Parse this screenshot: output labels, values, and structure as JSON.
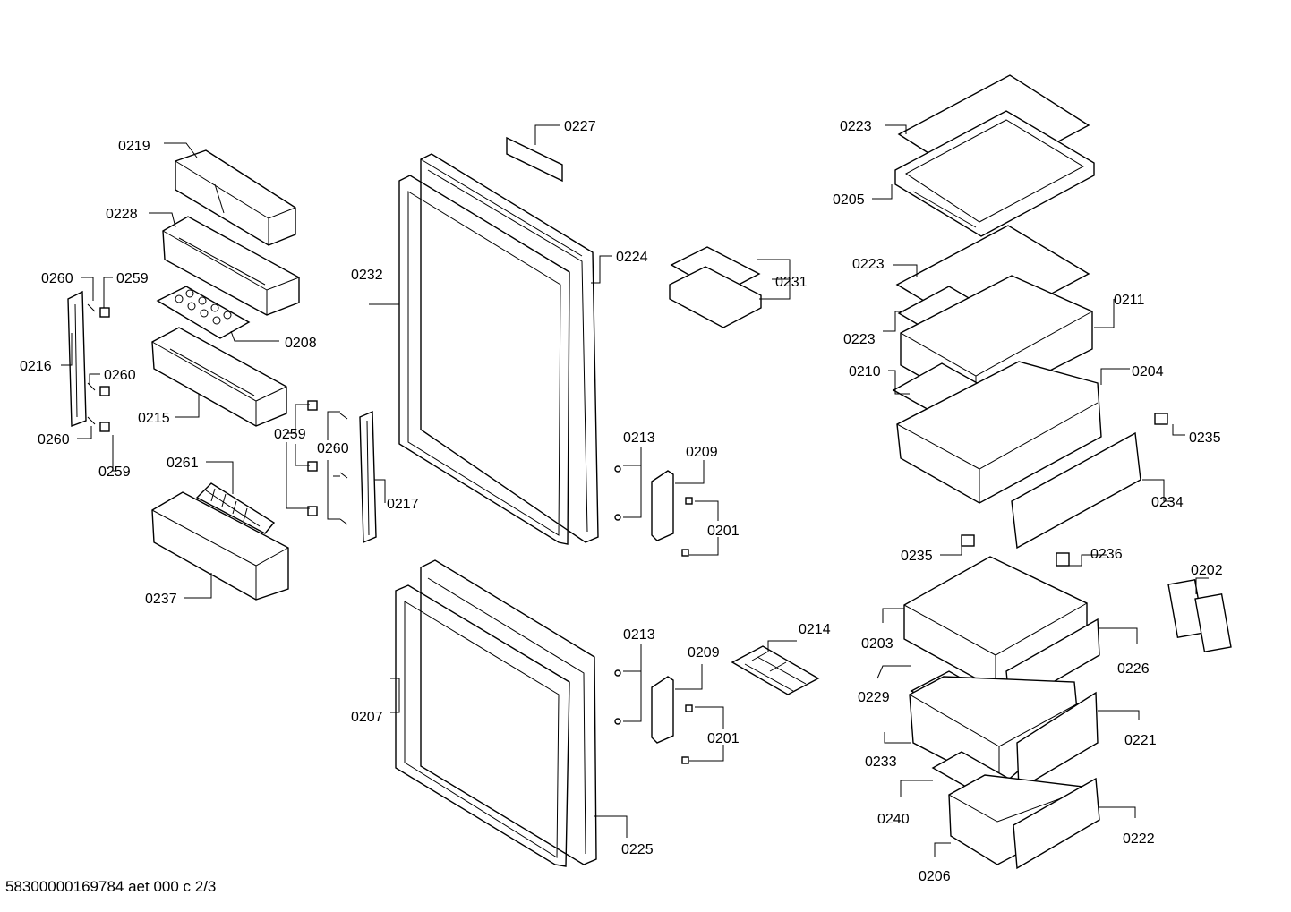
{
  "footer": {
    "document_id": "58300000169784 aet 000 c 2/3"
  },
  "labels": {
    "l0219": "0219",
    "l0228": "0228",
    "l0260a": "0260",
    "l0259a": "0259",
    "l0216": "0216",
    "l0208": "0208",
    "l0260b": "0260",
    "l0215": "0215",
    "l0260c": "0260",
    "l0259b": "0259",
    "l0261": "0261",
    "l0237": "0237",
    "l0259c": "0259",
    "l0260d": "0260",
    "l0217": "0217",
    "l0232": "0232",
    "l0227": "0227",
    "l0224": "0224",
    "l0231": "0231",
    "l0213a": "0213",
    "l0209a": "0209",
    "l0201a": "0201",
    "l0207": "0207",
    "l0213b": "0213",
    "l0209b": "0209",
    "l0201b": "0201",
    "l0214": "0214",
    "l0225": "0225",
    "l0223a": "0223",
    "l0205": "0205",
    "l0223b": "0223",
    "l0211": "0211",
    "l0223c": "0223",
    "l0210": "0210",
    "l0204": "0204",
    "l0235a": "0235",
    "l0234": "0234",
    "l0235b": "0235",
    "l0236": "0236",
    "l0202": "0202",
    "l0203": "0203",
    "l0226": "0226",
    "l0229": "0229",
    "l0221": "0221",
    "l0233": "0233",
    "l0240": "0240",
    "l0222": "0222",
    "l0206": "0206"
  }
}
